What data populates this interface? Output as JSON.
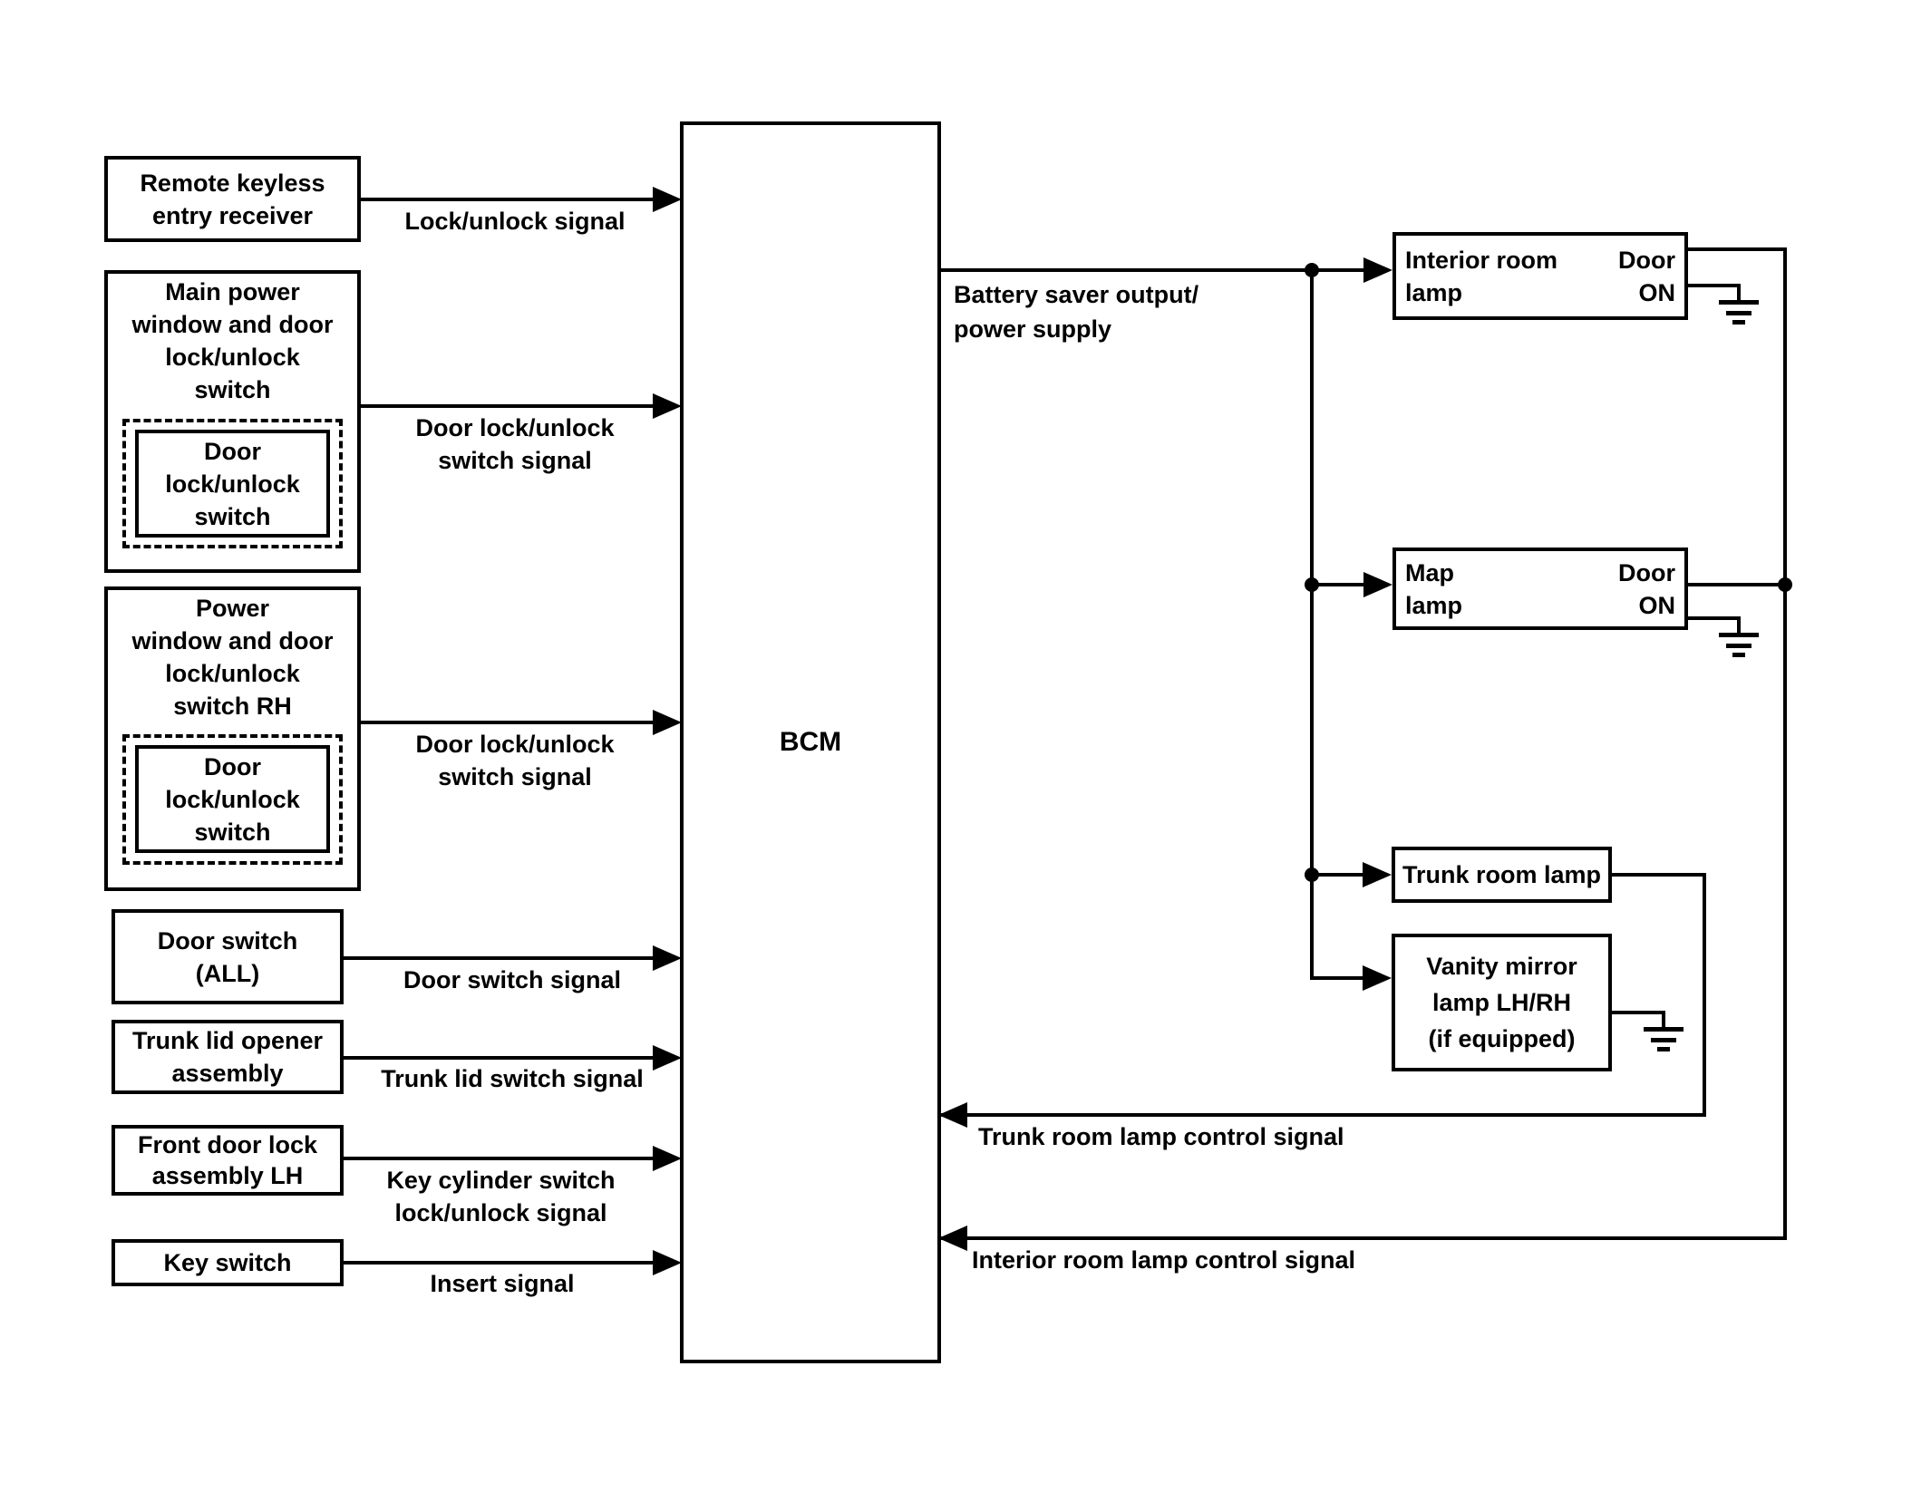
{
  "bcm": {
    "label": "BCM"
  },
  "inputs": [
    {
      "box": "Remote keyless\nentry receiver",
      "signal": "Lock/unlock signal"
    },
    {
      "box": "Main power\nwindow and door\nlock/unlock\nswitch",
      "inner_box": "Door\nlock/unlock\nswitch",
      "signal": "Door lock/unlock\nswitch signal"
    },
    {
      "box": "Power\nwindow and door\nlock/unlock\nswitch RH",
      "inner_box": "Door\nlock/unlock\nswitch",
      "signal": "Door lock/unlock\nswitch signal"
    },
    {
      "box": "Door switch\n(ALL)",
      "signal": "Door switch signal"
    },
    {
      "box": "Trunk lid opener\nassembly",
      "signal": "Trunk lid switch signal"
    },
    {
      "box": "Front door lock\nassembly LH",
      "signal": "Key cylinder switch\nlock/unlock signal"
    },
    {
      "box": "Key switch",
      "signal": "Insert signal"
    }
  ],
  "power_output": {
    "label": "Battery saver output/\npower supply"
  },
  "lamps": [
    {
      "name": "Interior room\nlamp",
      "switch": "Door\nON"
    },
    {
      "name": "Map\nlamp",
      "switch": "Door\nON"
    },
    {
      "name": "Trunk room lamp"
    },
    {
      "name": "Vanity mirror\nlamp LH/RH\n(if equipped)"
    }
  ],
  "returns": [
    {
      "label": "Trunk room lamp control signal"
    },
    {
      "label": "Interior room lamp control signal"
    }
  ],
  "colors": {
    "line": "#000000",
    "background": "#ffffff"
  }
}
